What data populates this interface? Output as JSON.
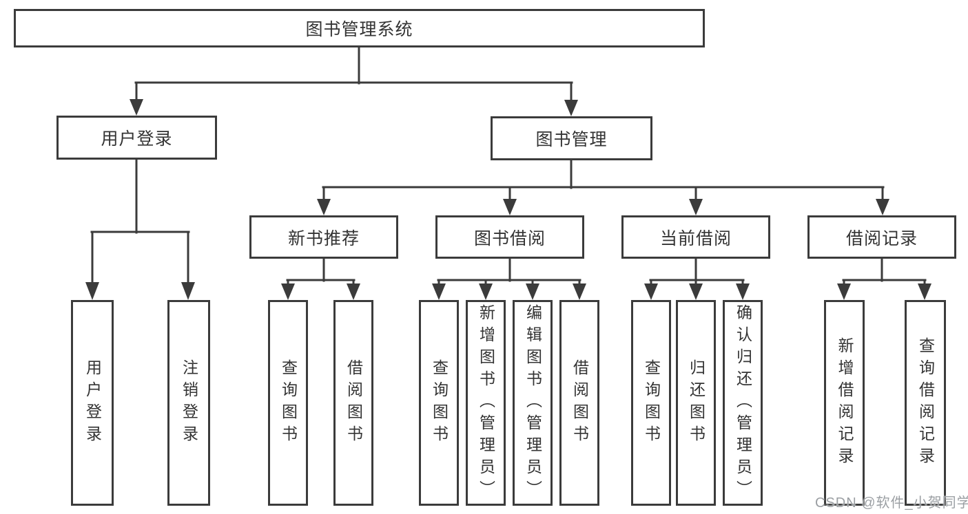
{
  "watermark": "CSDN @软件_小贺同学",
  "colors": {
    "line": "#3b3b3b",
    "text": "#333333",
    "watermark": "#9b9fa3"
  },
  "tree": {
    "root": "图书管理系统",
    "user_branch": {
      "label": "用户登录",
      "children": [
        "用户登录",
        "注销登录"
      ]
    },
    "book_branch": {
      "label": "图书管理",
      "modules": [
        {
          "label": "新书推荐",
          "children": [
            "查询图书",
            "借阅图书"
          ]
        },
        {
          "label": "图书借阅",
          "children": [
            "查询图书",
            "新增图书（管理员）",
            "编辑图书（管理员）",
            "借阅图书"
          ]
        },
        {
          "label": "当前借阅",
          "children": [
            "查询图书",
            "归还图书",
            "确认归还（管理员）"
          ]
        },
        {
          "label": "借阅记录",
          "children": [
            "新增借阅记录",
            "查询借阅记录"
          ]
        }
      ]
    }
  }
}
